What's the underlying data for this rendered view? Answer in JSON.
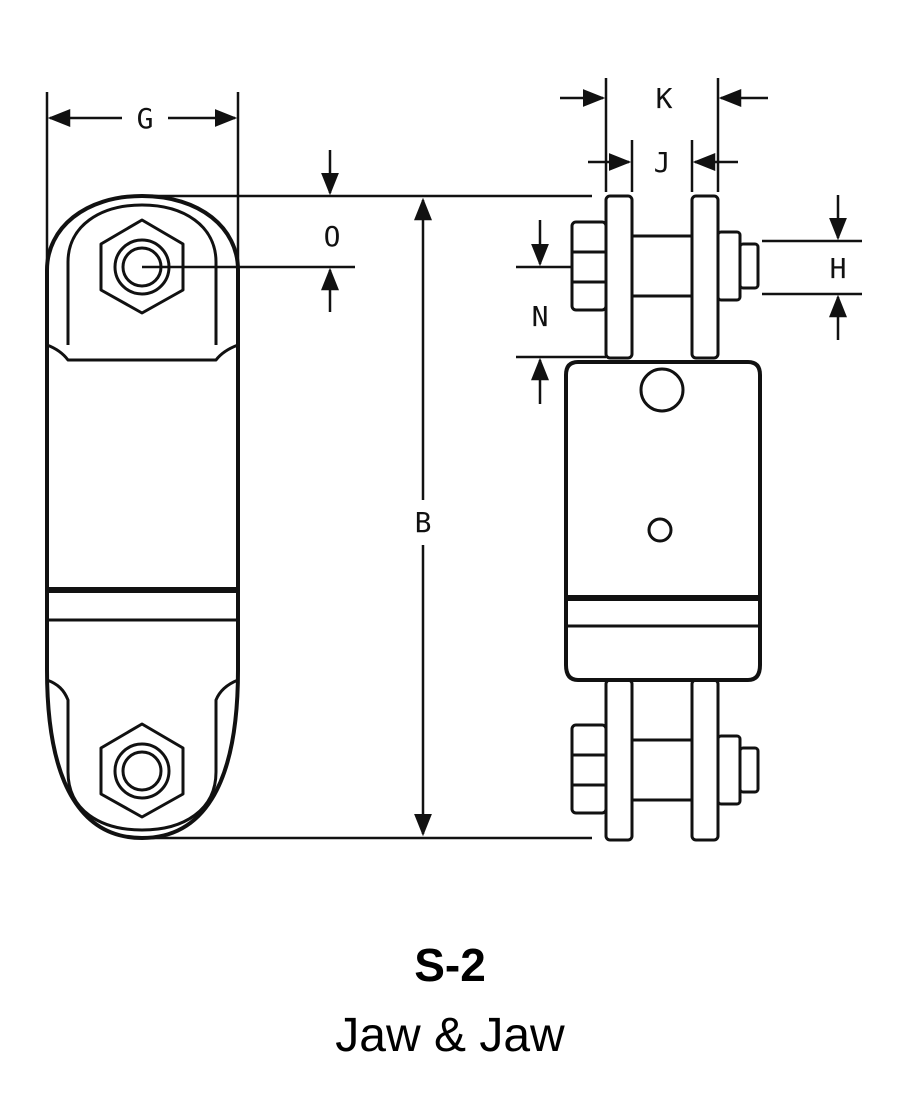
{
  "diagram": {
    "labels": {
      "G": "G",
      "O": "O",
      "B": "B",
      "K": "K",
      "J": "J",
      "N": "N",
      "H": "H"
    },
    "colors": {
      "line": "#111111",
      "background": "#ffffff"
    }
  },
  "caption": {
    "model": "S-2",
    "description": "Jaw & Jaw"
  }
}
